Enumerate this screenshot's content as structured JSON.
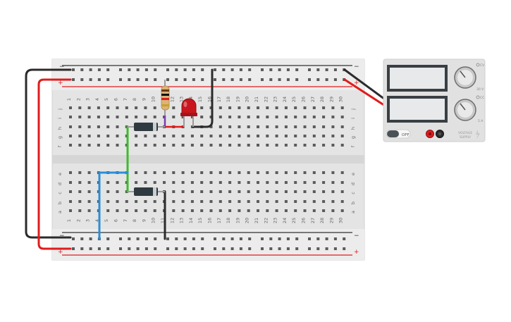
{
  "breadboard": {
    "columns": [
      "1",
      "2",
      "3",
      "4",
      "5",
      "6",
      "7",
      "8",
      "9",
      "10",
      "11",
      "12",
      "13",
      "14",
      "15",
      "16",
      "17",
      "18",
      "19",
      "20",
      "21",
      "22",
      "23",
      "24",
      "25",
      "26",
      "27",
      "28",
      "29",
      "30"
    ],
    "rows_top": [
      "j",
      "i",
      "h",
      "g",
      "f"
    ],
    "rows_bottom": [
      "e",
      "d",
      "c",
      "b",
      "a"
    ],
    "rail_minus": "−",
    "rail_plus": "+"
  },
  "power_supply": {
    "switch_label": "OFF",
    "voltage_unit": "V",
    "current_unit": "A",
    "voltage_max": "30 V",
    "current_max": "5 A",
    "cc_label": "CC",
    "cv_label": "CV",
    "brand_line1": "VOLTAGE",
    "brand_line2": "SUPPLY"
  },
  "colors": {
    "wire_black": "#2b2b2b",
    "wire_red": "#e01c1c",
    "wire_green": "#3dbb2c",
    "wire_blue": "#2a8fd6",
    "led_red": "#c8161c",
    "diode_body": "#2f3a40"
  }
}
